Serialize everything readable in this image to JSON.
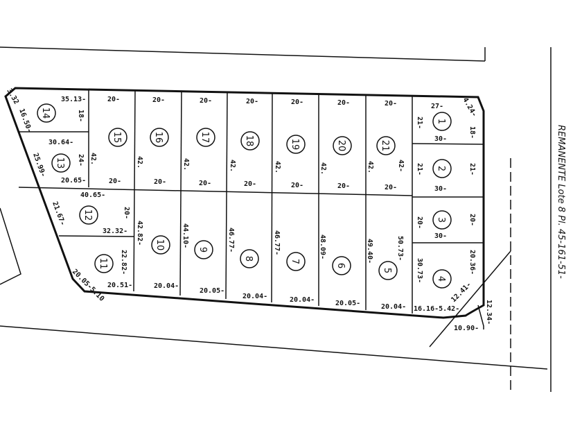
{
  "remanente_label": "REMANENTE Lote 8 Pl. 45-161-51-",
  "lots": [
    "14",
    "13",
    "12",
    "11",
    "15",
    "16",
    "17",
    "18",
    "19",
    "20",
    "21",
    "10",
    "9",
    "8",
    "7",
    "6",
    "5",
    "4",
    "3",
    "2",
    "1"
  ],
  "dimensions": [
    "3.32",
    "16.50-",
    "35.13-",
    "18-",
    "30.64-",
    "24-",
    "25.99-",
    "20.65-",
    "40.65-",
    "20-",
    "21.67-",
    "32.32-",
    "22.82-",
    "20.05-5.10",
    "20.51-",
    "20-",
    "20-",
    "20-",
    "20-",
    "20-",
    "20-",
    "20-",
    "20-",
    "20-",
    "20-",
    "20-",
    "20-",
    "20-",
    "20-",
    "42.",
    "42.",
    "42.",
    "42.",
    "42.",
    "42.",
    "42.",
    "42-",
    "42.82-",
    "20.04-",
    "44.10-",
    "20.05-",
    "46.77-",
    "20.04-",
    "46.77-",
    "20.04-",
    "48.09-",
    "20.05-",
    "49.40-",
    "50.73-",
    "20.04-",
    "27-",
    "4.24-",
    "21-",
    "18-",
    "30-",
    "21-",
    "21-",
    "30-",
    "20-",
    "20-",
    "30-",
    "30.73-",
    "20.36-",
    "12.41-",
    "16.16-5.42-",
    "12.34-",
    "10.90-"
  ]
}
